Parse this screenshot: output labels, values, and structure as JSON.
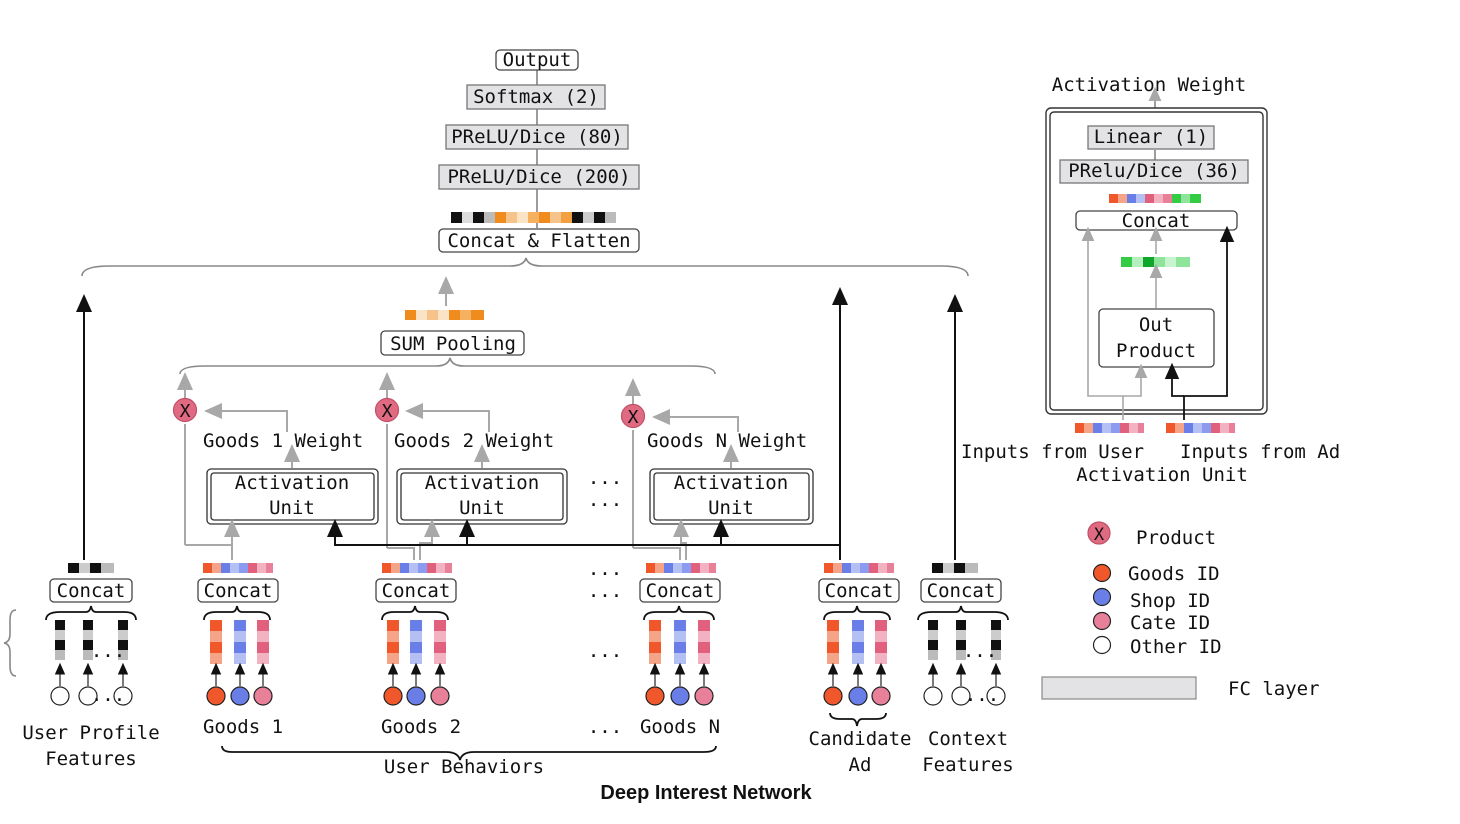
{
  "title": "Deep Interest Network",
  "top_stack": {
    "output": "Output",
    "softmax": "Softmax (2)",
    "prelu80": "PReLU/Dice (80)",
    "prelu200": "PReLU/Dice (200)",
    "concat_flatten": "Concat & Flatten"
  },
  "sum_pooling": "SUM Pooling",
  "weights": [
    "Goods 1 Weight",
    "Goods 2 Weight",
    "Goods N Weight"
  ],
  "activation_unit": [
    "Activation",
    "Unit"
  ],
  "concat": "Concat",
  "ellipsis": "...",
  "groups": {
    "user_profile": [
      "User Profile",
      "Features"
    ],
    "goods": [
      "Goods 1",
      "Goods 2",
      "Goods N"
    ],
    "user_behaviors": "User Behaviors",
    "candidate_ad": [
      "Candidate",
      "Ad"
    ],
    "context": [
      "Context",
      "Features"
    ]
  },
  "activation_panel": {
    "top_label": "Activation Weight",
    "linear": "Linear (1)",
    "prelu36": "PRelu/Dice (36)",
    "concat": "Concat",
    "out_product": [
      "Out",
      "Product"
    ],
    "inputs_user": "Inputs from User",
    "inputs_ad": "Inputs from Ad",
    "caption": "Activation Unit"
  },
  "legend": {
    "product": "Product",
    "goods_id": "Goods ID",
    "shop_id": "Shop ID",
    "cate_id": "Cate ID",
    "other_id": "Other ID",
    "fc_layer": "FC layer",
    "product_symbol": "X"
  },
  "colors": {
    "goods": "#f0582c",
    "shop": "#6a7ee8",
    "cate": "#e8809a",
    "product": "#e06a82",
    "orange": "#f08c1e",
    "green": "#33cc44",
    "fc_fill": "#e3e3e6"
  }
}
